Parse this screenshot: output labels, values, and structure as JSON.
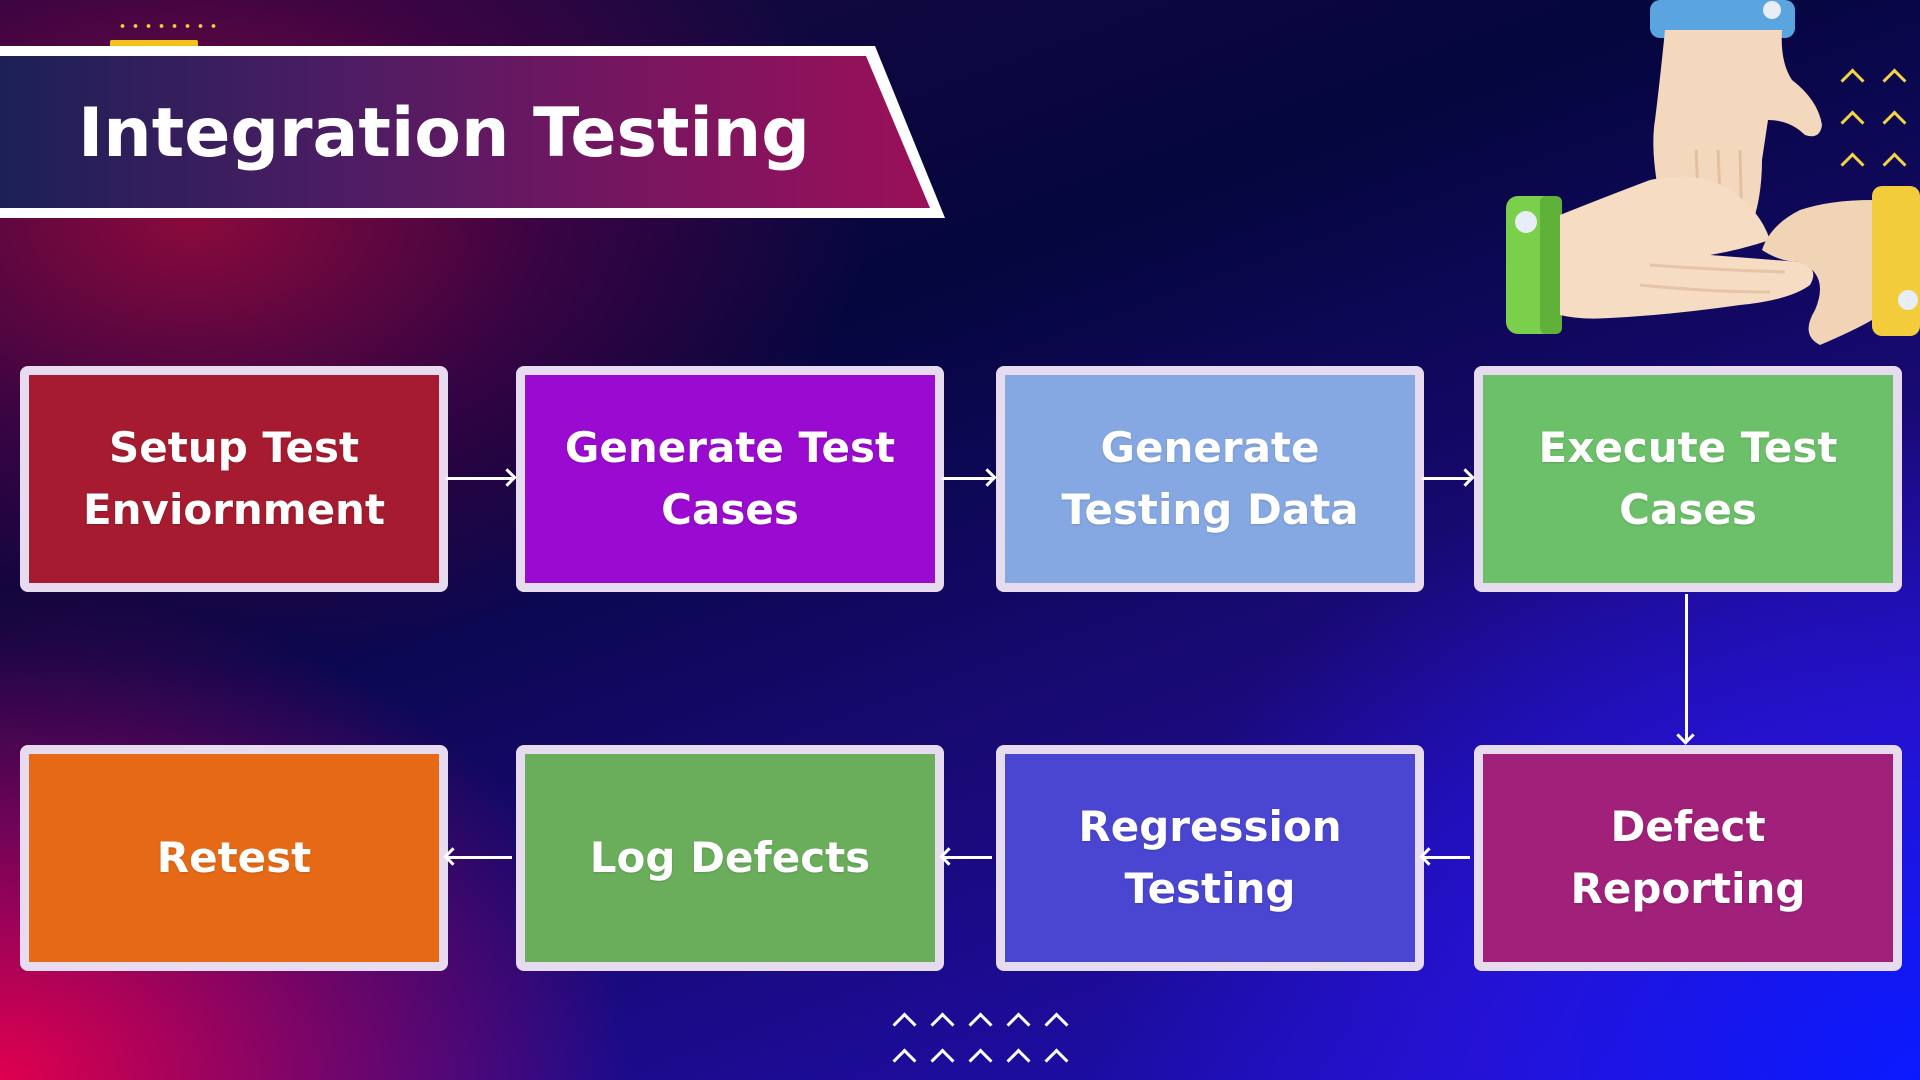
{
  "title": "Integration Testing",
  "flow": {
    "row1": [
      {
        "label": "Setup Test Enviornment",
        "color": "#a61b2f"
      },
      {
        "label": "Generate Test Cases",
        "color": "#9a0ad0"
      },
      {
        "label": "Generate Testing Data",
        "color": "#86a8e2"
      },
      {
        "label": "Execute Test Cases",
        "color": "#6cc06a"
      }
    ],
    "row2": [
      {
        "label": "Retest",
        "color": "#e66a16"
      },
      {
        "label": "Log Defects",
        "color": "#6aae5c"
      },
      {
        "label": "Regression Testing",
        "color": "#4a46d2"
      },
      {
        "label": "Defect Reporting",
        "color": "#a0207a"
      }
    ]
  },
  "decor": {
    "illustration": "stacked-hands-teamwork",
    "caret_icon": "chevron-up-icon",
    "accent_yellow": "#f4d447"
  }
}
